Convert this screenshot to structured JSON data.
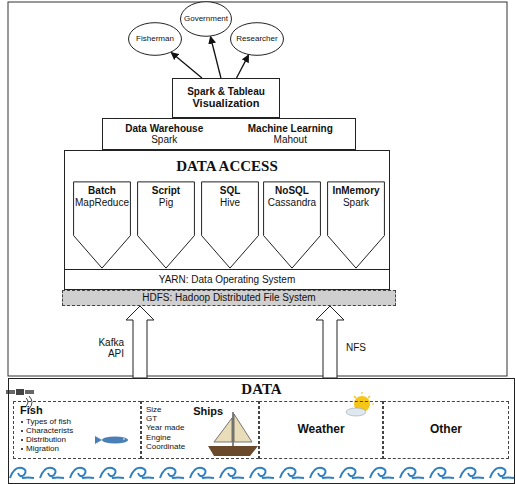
{
  "diagram": {
    "nodes": [
      {
        "text": [
          "Government"
        ]
      },
      {
        "text": [
          "Fisherman"
        ]
      },
      {
        "text": [
          "Researcher"
        ]
      },
      {
        "text": [
          "Spark & Tableau",
          "Visualization"
        ]
      },
      {
        "text": [
          "Data Warehouse",
          "Spark",
          "Machine Learning",
          "Mahout"
        ]
      },
      {
        "text": [
          "DATA ACCESS"
        ]
      },
      {
        "text": [
          "Batch",
          "MapReduce"
        ],
        "in": 5
      },
      {
        "text": [
          "Script",
          "Pig"
        ],
        "in": 5
      },
      {
        "text": [
          "SQL",
          "Hive"
        ],
        "in": 5
      },
      {
        "text": [
          "NoSQL",
          "Cassandra"
        ],
        "in": 5
      },
      {
        "text": [
          "InMemory",
          "Spark"
        ],
        "in": 5
      },
      {
        "text": [
          "YARN: Data Operating System"
        ],
        "in": 5
      },
      {
        "text": [
          "HDFS: Hadoop Distributed File System"
        ]
      },
      {
        "text": [
          "DATA"
        ]
      },
      {
        "text": [
          "Fish",
          "Types of fish",
          "Characterists",
          "Distribution",
          "Migration"
        ],
        "in": 13
      },
      {
        "text": [
          "Ships",
          "Size",
          "GT",
          "Year made",
          "Engine",
          "Coordinate"
        ],
        "in": 13
      },
      {
        "text": [
          "Weather"
        ],
        "in": 13
      },
      {
        "text": [
          "Other"
        ],
        "in": 13
      }
    ],
    "edges": [
      {
        "from": 3,
        "to": 0,
        "arrow": "to"
      },
      {
        "from": 3,
        "to": 1,
        "arrow": "to"
      },
      {
        "from": 3,
        "to": 2,
        "arrow": "to"
      },
      {
        "from": 13,
        "to": 12,
        "label": "Kafka API",
        "arrow": "to"
      },
      {
        "from": 13,
        "to": 12,
        "label": "NFS",
        "arrow": "to"
      }
    ]
  }
}
